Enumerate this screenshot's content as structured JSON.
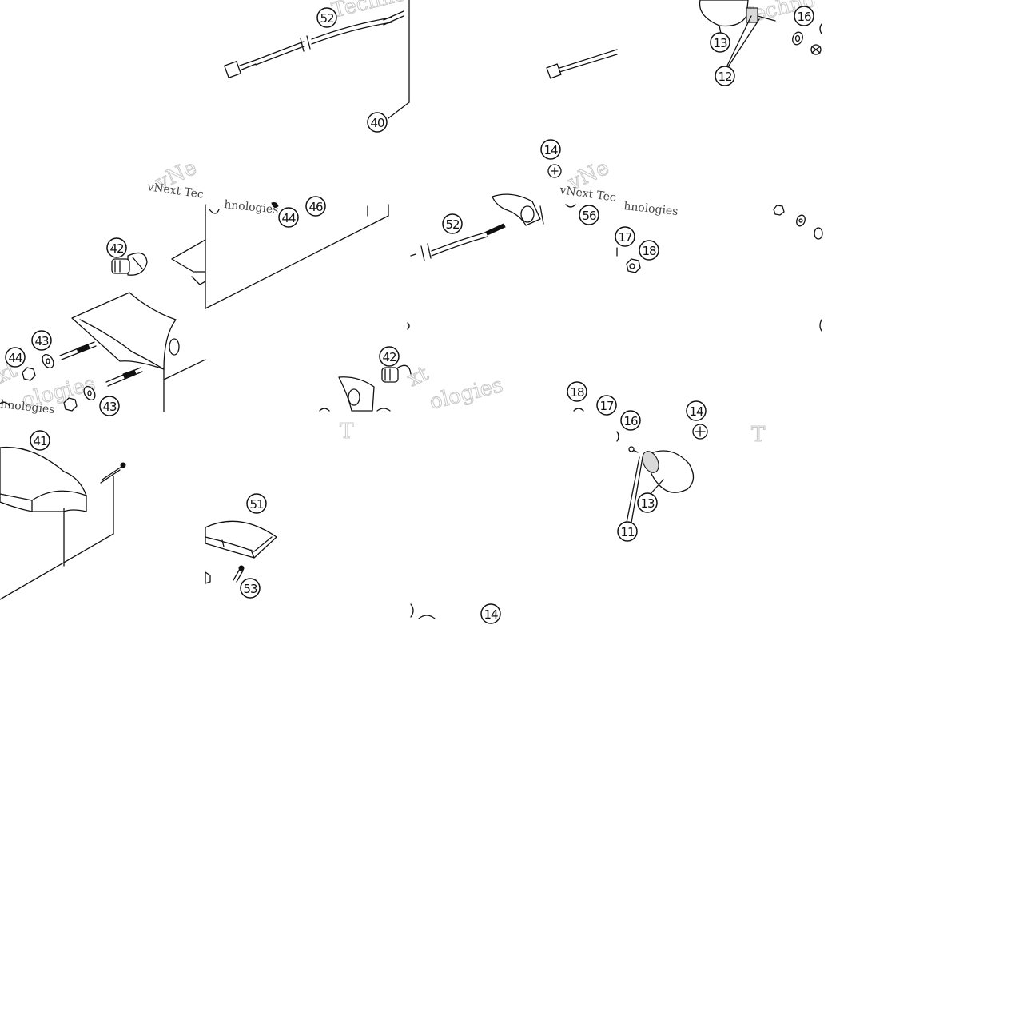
{
  "callouts": {
    "c52a": "52",
    "c40": "40",
    "c13a": "13",
    "c12": "12",
    "c16a": "16",
    "c14a": "14",
    "c44a": "44",
    "c46": "46",
    "c42a": "42",
    "c52b": "52",
    "c56": "56",
    "c17a": "17",
    "c18a": "18",
    "c43a": "43",
    "c44b": "44",
    "c43b": "43",
    "c42b": "42",
    "c18b": "18",
    "c17b": "17",
    "c16b": "16",
    "c14b": "14",
    "c41": "41",
    "c51": "51",
    "c53": "53",
    "c13b": "13",
    "c11": "11",
    "c14c": "14"
  },
  "watermark": {
    "brand_1": "vNext Tec",
    "brand_2": "vNext Tec",
    "sub_1": "hnologies",
    "sub_2": "hnologies",
    "sub_3": "hnologies",
    "big_1": "Techno",
    "big_2": "Technologies",
    "big_3": "vNe",
    "big_4": "vNe",
    "big_5": "xt",
    "big_6": "xt",
    "big_7": "ologies",
    "big_8": "ologies",
    "t_1": "T",
    "t_2": "T"
  }
}
